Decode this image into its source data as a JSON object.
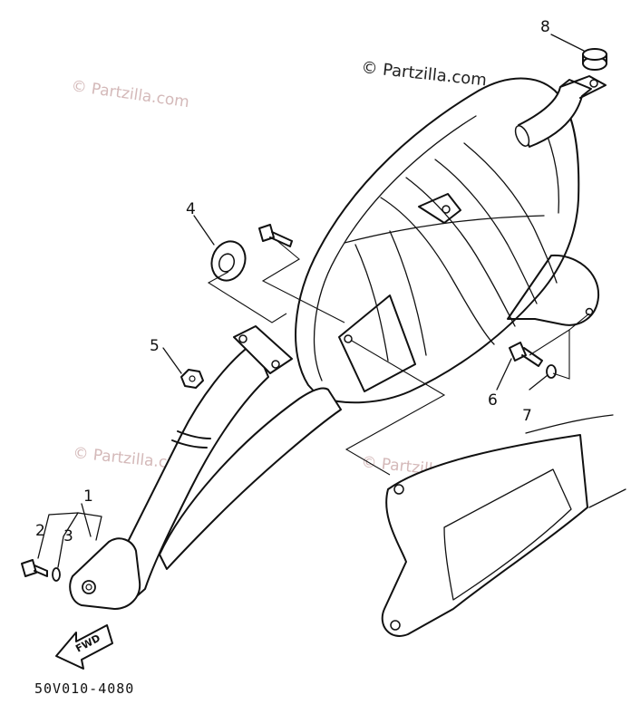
{
  "watermarks": [
    {
      "text": "© Partzilla.com",
      "style": "light"
    },
    {
      "text": "© Partzilla.com",
      "style": "dark"
    },
    {
      "text": "© Partzilla.com",
      "style": "light"
    },
    {
      "text": "© Partzilla.com",
      "style": "light"
    }
  ],
  "callouts": [
    "1",
    "2",
    "3",
    "4",
    "5",
    "6",
    "7",
    "8"
  ],
  "direction_label": "FWD",
  "diagram_code": "50V010-4080",
  "colors": {
    "line": "#111111",
    "watermark": "#d4b9b9",
    "background": "#ffffff"
  }
}
